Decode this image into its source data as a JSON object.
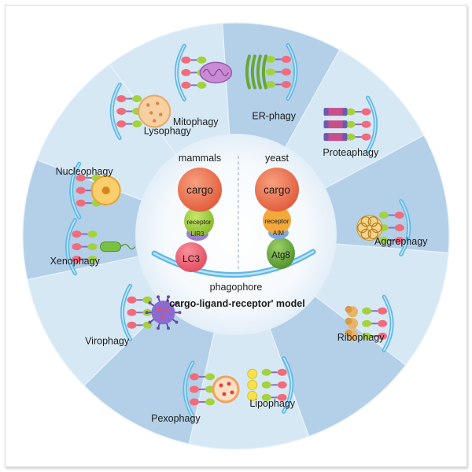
{
  "diagram": {
    "sectors": [
      {
        "id": "mitophagy",
        "label": "Mitophagy"
      },
      {
        "id": "er-phagy",
        "label": "ER-phagy"
      },
      {
        "id": "proteaphagy",
        "label": "Proteaphagy"
      },
      {
        "id": "aggrephagy",
        "label": "Aggrephagy"
      },
      {
        "id": "ribophagy",
        "label": "Ribophagy"
      },
      {
        "id": "lipophagy",
        "label": "Lipophagy"
      },
      {
        "id": "pexophagy",
        "label": "Pexophagy"
      },
      {
        "id": "virophagy",
        "label": "Virophagy"
      },
      {
        "id": "xenophagy",
        "label": "Xenophagy"
      },
      {
        "id": "nucleophagy",
        "label": "Nucleophagy"
      },
      {
        "id": "lysophagy",
        "label": "Lysophagy"
      }
    ],
    "center": {
      "mammals_label": "mammals",
      "yeast_label": "yeast",
      "cargo_left": "cargo",
      "cargo_right": "cargo",
      "receptor_left": "receptor",
      "receptor_right": "receptor",
      "lir": "LIR3",
      "aim": "AIM",
      "lc3": "LC3",
      "atg8": "Atg8",
      "phagophore": "phagophore",
      "model": "'cargo-ligand-receptor' model"
    },
    "colors": {
      "sector_light": "#d7e8f5",
      "sector_dark": "#b3d0e8",
      "cargo": "#ef7a55",
      "receptor": "#a4d23f",
      "lir": "#9b7fc9",
      "lc3": "#f06b7c",
      "atg8": "#6fae3f",
      "membrane": "#5fb8e6"
    }
  }
}
